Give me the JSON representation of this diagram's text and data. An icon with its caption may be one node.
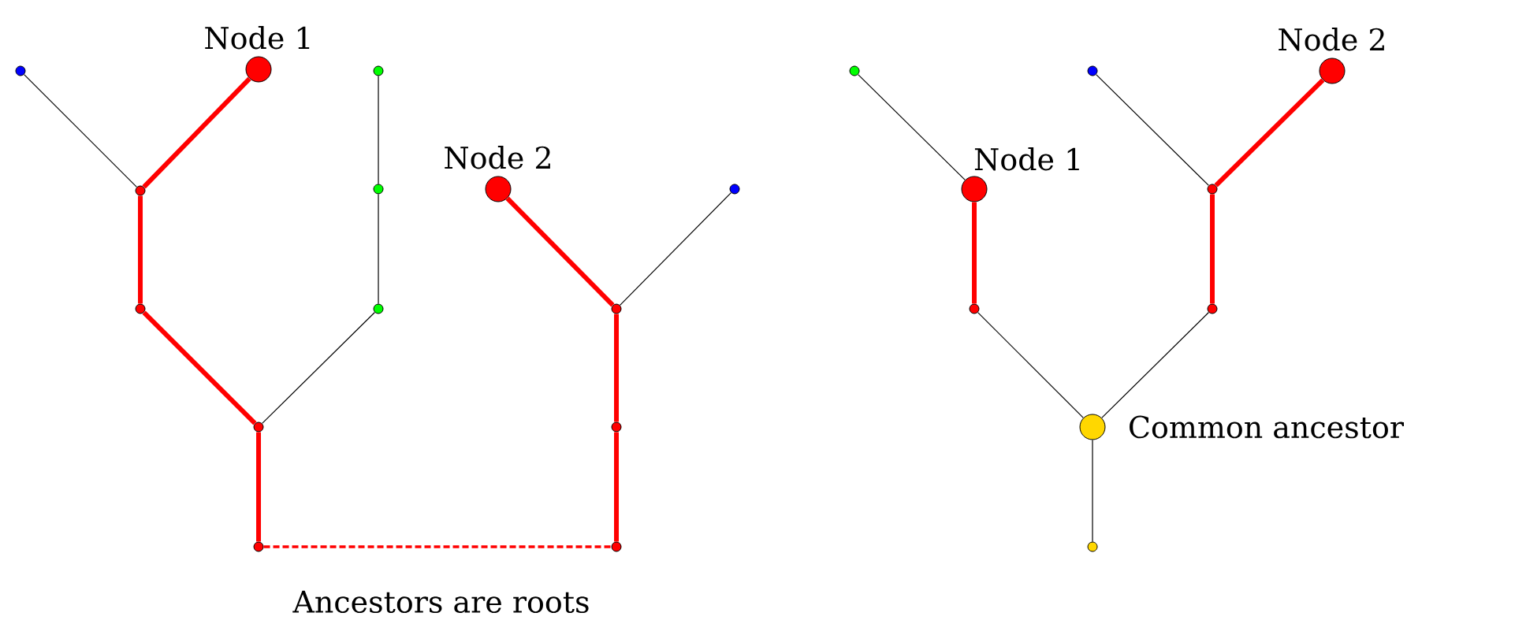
{
  "diagram": {
    "nodes": [
      {
        "text": [],
        "shape": "circle"
      },
      {
        "text": [
          "Node 1"
        ]
      },
      {
        "text": [],
        "shape": "circle"
      },
      {
        "text": [],
        "shape": "circle"
      },
      {
        "text": [],
        "shape": "circle"
      },
      {
        "text": [],
        "shape": "circle"
      },
      {
        "text": [],
        "shape": "circle"
      },
      {
        "text": [],
        "shape": "circle"
      },
      {
        "text": [],
        "shape": "circle"
      },
      {
        "text": [
          "Node 2"
        ]
      },
      {
        "text": [],
        "shape": "circle"
      },
      {
        "text": [],
        "shape": "circle"
      },
      {
        "text": [],
        "shape": "circle"
      },
      {
        "text": [],
        "shape": "circle"
      },
      {
        "text": [],
        "shape": "circle"
      },
      {
        "text": [],
        "shape": "circle"
      },
      {
        "text": [
          "Node 2"
        ]
      },
      {
        "text": [
          "Node 1"
        ]
      },
      {
        "text": [],
        "shape": "circle"
      },
      {
        "text": [],
        "shape": "circle"
      },
      {
        "text": [],
        "shape": "circle"
      },
      {
        "text": [],
        "shape": "circle",
        "beside": [
          "Common ancestor"
        ]
      },
      {
        "text": [],
        "shape": "circle"
      }
    ],
    "edges": [
      {
        "from": 0,
        "to": 2,
        "arrow": "none",
        "color": "#000000"
      },
      {
        "from": 1,
        "to": 2,
        "arrow": "none"
      },
      {
        "from": 2,
        "to": 3,
        "arrow": "none"
      },
      {
        "from": 3,
        "to": 4,
        "arrow": "none"
      },
      {
        "from": 4,
        "to": 5,
        "arrow": "none"
      },
      {
        "from": 6,
        "to": 7,
        "arrow": "none",
        "color": "#000000"
      },
      {
        "from": 7,
        "to": 8,
        "arrow": "none",
        "color": "#000000"
      },
      {
        "from": 8,
        "to": 4,
        "arrow": "none",
        "color": "#000000"
      },
      {
        "from": 9,
        "to": 11,
        "arrow": "none"
      },
      {
        "from": 10,
        "to": 11,
        "arrow": "none",
        "color": "#000000"
      },
      {
        "from": 11,
        "to": 12,
        "arrow": "none"
      },
      {
        "from": 12,
        "to": 13,
        "arrow": "none"
      },
      {
        "from": 5,
        "to": 13,
        "arrow": "none",
        "style": "dashed"
      },
      {
        "from": 14,
        "to": 17,
        "arrow": "none",
        "color": "#000000"
      },
      {
        "from": 17,
        "to": 19,
        "arrow": "none"
      },
      {
        "from": 19,
        "to": 21,
        "arrow": "none",
        "color": "#000000"
      },
      {
        "from": 15,
        "to": 18,
        "arrow": "none",
        "color": "#000000"
      },
      {
        "from": 16,
        "to": 18,
        "arrow": "none"
      },
      {
        "from": 18,
        "to": 20,
        "arrow": "none"
      },
      {
        "from": 20,
        "to": 21,
        "arrow": "none",
        "color": "#000000"
      },
      {
        "from": 21,
        "to": 22,
        "arrow": "none",
        "color": "#000000"
      }
    ],
    "labels": [
      "Ancestors are roots"
    ]
  }
}
